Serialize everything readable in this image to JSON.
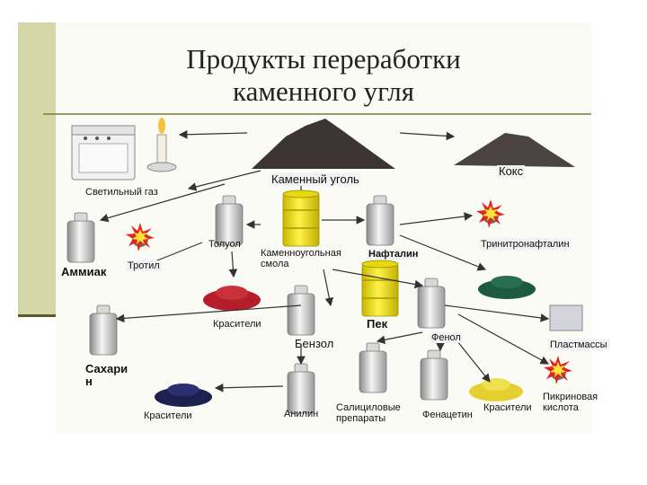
{
  "slide": {
    "title_line1": "Продукты переработки",
    "title_line2": "каменного угля"
  },
  "diagram": {
    "source": "Каменный уголь",
    "coke": "Кокс",
    "gas": "Светильный газ",
    "ammonia": "Аммиак",
    "trotyl": "Тротил",
    "toluene": "Толуол",
    "tar": "Каменноугольная\nсмола",
    "naphthalene": "Нафталин",
    "trinitronaphthalene": "Тринитронафталин",
    "dyes_red": "Красители",
    "pitch": "Пек",
    "benzene": "Бензол",
    "phenol": "Фенол",
    "plastics": "Пластмассы",
    "saccharin": "Сахари\nн",
    "dyes_blue": "Красители",
    "aniline": "Анилин",
    "salicylic": "Салициловые\nпрепараты",
    "phenacetin": "Фенацетин",
    "dyes_yellow": "Красители",
    "picric_acid": "Пикриновая\nкислота"
  },
  "colors": {
    "left_band": "#d6d7a9",
    "content_bg": "#fbfbf6",
    "coal": "#3c3533",
    "dye_red": "#b41d2a",
    "dye_green": "#1e5a40",
    "dye_navy": "#1c2150",
    "dye_yellow": "#e6d030",
    "drum": "#f0e21b"
  },
  "icons": [
    "stove-icon",
    "candle-icon",
    "explosion-icon",
    "drum-icon",
    "bottle-icon",
    "coal-pile-icon",
    "pellets-icon",
    "plastic-sample-icon"
  ]
}
